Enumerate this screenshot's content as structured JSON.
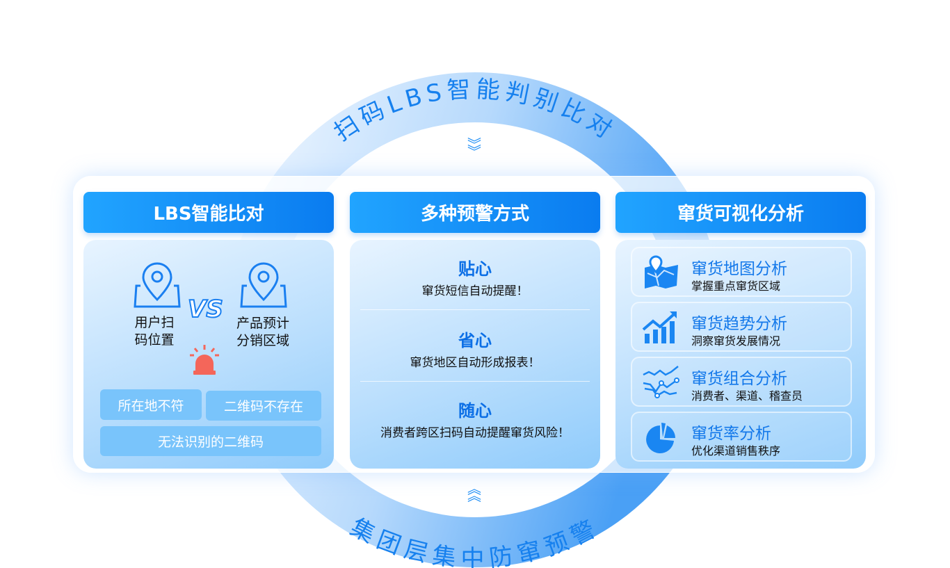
{
  "ring": {
    "top_text": "扫码LBS智能判别比对",
    "bottom_text": "集团层集中防窜预警"
  },
  "cards": [
    {
      "title": "LBS智能比对",
      "left_label_1": "用户扫",
      "left_label_2": "码位置",
      "vs": "VS",
      "right_label_1": "产品预计",
      "right_label_2": "分销区域",
      "tags": [
        "所在地不符",
        "二维码不存在",
        "无法识别的二维码"
      ]
    },
    {
      "title": "多种预警方式",
      "sections": [
        {
          "title": "贴心",
          "desc": "窜货短信自动提醒！"
        },
        {
          "title": "省心",
          "desc": "窜货地区自动形成报表！"
        },
        {
          "title": "随心",
          "desc": "消费者跨区扫码自动提醒窜货风险！"
        }
      ]
    },
    {
      "title": "窜货可视化分析",
      "items": [
        {
          "title": "窜货地图分析",
          "desc": "掌握重点窜货区域",
          "icon": "map-icon"
        },
        {
          "title": "窜货趋势分析",
          "desc": "洞察窜货发展情况",
          "icon": "trend-chart-icon"
        },
        {
          "title": "窜货组合分析",
          "desc": "消费者、渠道、稽查员",
          "icon": "line-combo-icon"
        },
        {
          "title": "窜货率分析",
          "desc": "优化渠道销售秩序",
          "icon": "pie-chart-icon"
        }
      ]
    }
  ],
  "colors": {
    "accent": "#0a7cf0",
    "alarm": "#f4665a"
  }
}
